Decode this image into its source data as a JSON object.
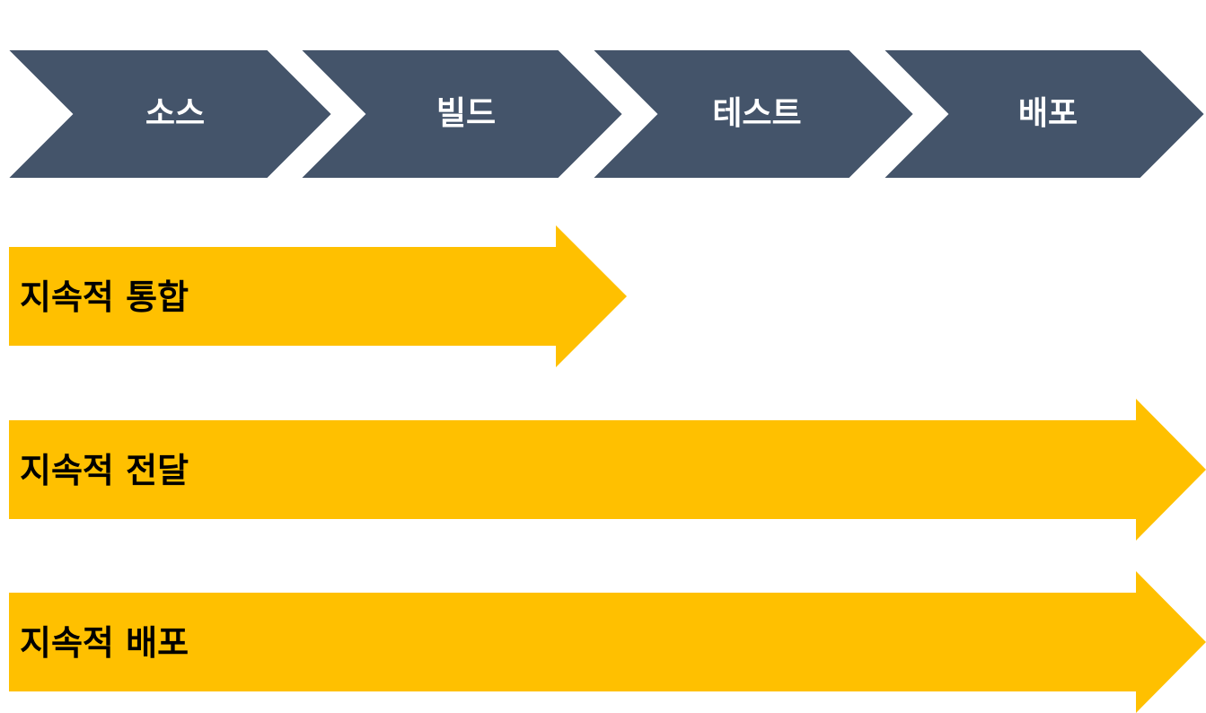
{
  "colors": {
    "chevron_fill": "#44546a",
    "chevron_text": "#ffffff",
    "arrow_fill": "#ffc000",
    "arrow_text": "#000000",
    "background": "#ffffff"
  },
  "stages": [
    {
      "label": "소스"
    },
    {
      "label": "빌드"
    },
    {
      "label": "테스트"
    },
    {
      "label": "배포"
    }
  ],
  "practices": [
    {
      "label": "지속적 통합",
      "spans_stages": 2
    },
    {
      "label": "지속적 전달",
      "spans_stages": 4
    },
    {
      "label": "지속적 배포",
      "spans_stages": 4
    }
  ]
}
